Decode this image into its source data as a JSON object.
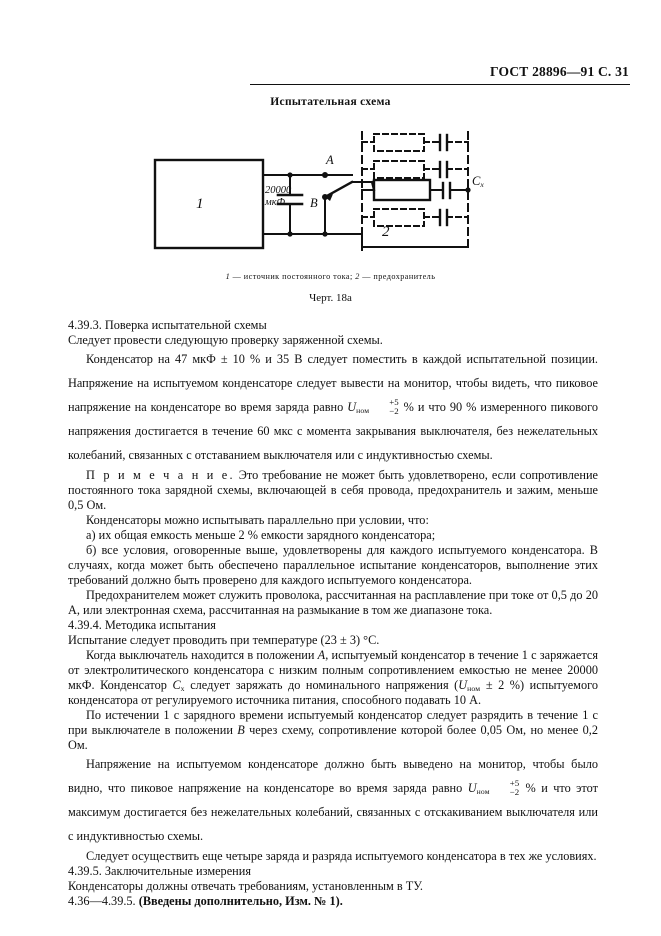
{
  "header": {
    "standard": "ГОСТ 28896—91 С. 31"
  },
  "figure": {
    "title": "Испытательная схема",
    "legend_item_1_num": "1",
    "legend_item_1_text": " — источник постоянного тока; ",
    "legend_item_2_num": "2",
    "legend_item_2_text": " — предохранитель",
    "number": "Черт.  18а",
    "labels": {
      "source_box": "1",
      "fuse_group": "2",
      "charge_cap_value": "20000",
      "charge_cap_unit": "мкФ",
      "switch_pos_a": "A",
      "switch_pos_b": "B",
      "test_cap": "Cx",
      "test_cap_base": "C",
      "test_cap_sub": "x"
    }
  },
  "body": {
    "sec_4_39_3_heading": "4.39.3.  Поверка испытательной схемы",
    "p1": "Следует провести следующую проверку заряженной схемы.",
    "p2_a": "Конденсатор на 47 мкФ ± 10 % и 35 В следует поместить в каждой испытательной позиции. Напряжение на испытуемом конденсаторе следует вывести на монитор, чтобы видеть, что пиковое напряжение на конденсаторе во время заряда равно  ",
    "p2_u": "U",
    "p2_u_sub": "ном",
    "p2_plus": "+5",
    "p2_minus": "−2",
    "p2_b": " % и что 90 % измеренного пикового напряжения достигается в течение 60 мкс с момента закрывания выключателя, без нежелательных колебаний, связанных с отставанием выключателя или с индуктивностью схемы.",
    "note_label": "П р и м е ч а н и е.",
    "note_text": "  Это требование не может быть удовлетворено, если сопротивление постоянного тока зарядной схемы, включающей в себя провода, предохранитель и зажим, меньше 0,5 Ом.",
    "p3": "Конденсаторы можно испытывать параллельно при условии, что:",
    "item_a": "а)  их общая емкость меньше 2 % емкости зарядного конденсатора;",
    "item_b": "б)  все условия, оговоренные выше, удовлетворены для каждого испытуемого конденсатора. В случаях, когда может быть обеспечено параллельное испытание конденсаторов, выполнение этих требований должно быть проверено для каждого испытуемого конденсатора.",
    "p4": "Предохранителем может служить проволока, рассчитанная на расплавление при токе от 0,5 до 20 А, или электронная схема, рассчитанная на размыкание в том же диапазоне тока.",
    "sec_4_39_4_heading": "4.39.4.  Методика испытания",
    "p5": "Испытание следует проводить при температуре (23 ± 3) °С.",
    "p6_a": "Когда выключатель находится в положении ",
    "p6_a_it": "A",
    "p6_b": ", испытуемый конденсатор в течение 1  с заряжается от электролитического конденсатора с низким полным сопротивлением емкостью не менее 20000 мкФ. Конденсатор ",
    "p6_c_it": "C",
    "p6_c_sub": "х",
    "p6_d": " следует заряжать до номинального напряжения (",
    "p6_u": "U",
    "p6_u_sub": "ном",
    "p6_e": " ± 2 %) испытуемого конденсатора от регулируемого источника питания, способного подавать 10 А.",
    "p7_a": "По истечении 1 с зарядного времени испытуемый конденсатор следует разрядить в течение 1 с при выключателе в положении ",
    "p7_it": "B",
    "p7_b": " через схему, сопротивление которой более 0,05 Ом, но менее 0,2 Ом.",
    "p8_a": "Напряжение  на  испытуемом  конденсаторе должно быть выведено на монитор, чтобы было видно, что пиковое напряжение на конденсаторе во время заряда равно ",
    "p8_u": "U",
    "p8_u_sub": "ном",
    "p8_plus": "+5",
    "p8_minus": "−2",
    "p8_b": "  % и что этот максимум достигается без нежелательных колебаний, связанных с отскакиванием выключателя или с индуктивностью схемы.",
    "p9": "Следует осуществить еще четыре заряда и разряда испытуемого конденсатора в тех же условиях.",
    "sec_4_39_5_heading": "4.39.5.  Заключительные измерения",
    "p10": "Конденсаторы должны отвечать требованиям, установленным в ТУ.",
    "p11_range": "4.36—4.39.5.  ",
    "p11_bold": "(Введены дополнительно, Изм. № 1)."
  }
}
